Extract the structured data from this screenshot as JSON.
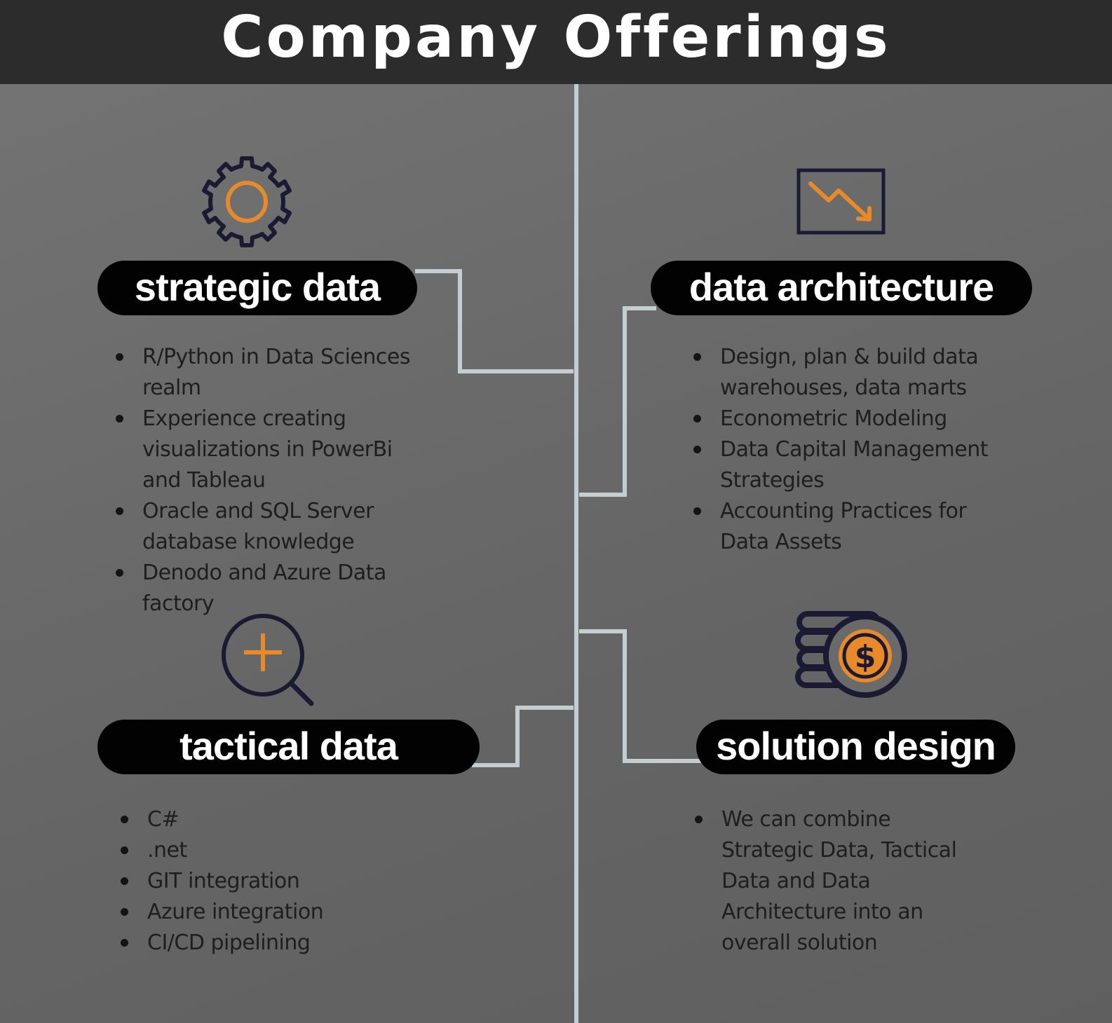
{
  "title": "Company Offerings",
  "colors": {
    "header_bg": "#2c2c2c",
    "panel_bg": "#6a6a6a",
    "connector": "#c3ced2",
    "icon_stroke": "#1a1a33",
    "icon_accent": "#e8892a",
    "pill_bg": "#020202"
  },
  "sections": [
    {
      "heading": "strategic data",
      "icon": "gear-icon",
      "items": [
        "R/Python in Data Sciences realm",
        "Experience creating visualizations in PowerBi and Tableau",
        "Oracle and SQL Server database knowledge",
        "Denodo and Azure Data factory"
      ]
    },
    {
      "heading": "data architecture",
      "icon": "declining-chart-icon",
      "items": [
        "Design, plan & build data warehouses, data marts",
        "Econometric Modeling",
        "Data Capital Management Strategies",
        "Accounting Practices for Data Assets"
      ]
    },
    {
      "heading": "tactical data",
      "icon": "magnifier-plus-icon",
      "items": [
        "C#",
        ".net",
        "GIT integration",
        "Azure integration",
        "CI/CD pipelining"
      ]
    },
    {
      "heading": "solution design",
      "icon": "coins-dollar-icon",
      "items": [
        "We can combine Strategic Data, Tactical Data and Data Architecture into an overall solution"
      ]
    }
  ]
}
